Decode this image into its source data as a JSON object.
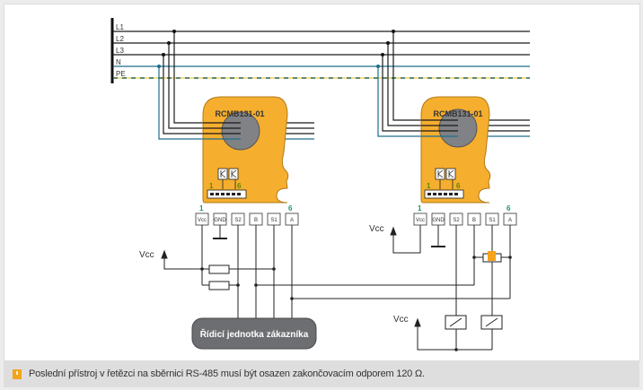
{
  "bus": {
    "labels": [
      "L1",
      "L2",
      "L3",
      "N",
      "PE"
    ],
    "colors": {
      "phase": "#1a1a1a",
      "neutral": "#1f6e8c",
      "pe_dash_a": "#e8d76a",
      "pe_dash_b": "#2e6b5e"
    }
  },
  "devices": [
    {
      "name": "RCMB131-01",
      "connector_left_label": "1",
      "connector_right_label": "6",
      "pin_first": "1",
      "pin_last": "6",
      "terminals": [
        "Vcc",
        "GND",
        "S2",
        "B",
        "S1",
        "A"
      ]
    },
    {
      "name": "RCMB131-01",
      "connector_left_label": "1",
      "connector_right_label": "6",
      "pin_first": "1",
      "pin_last": "6",
      "terminals": [
        "Vcc",
        "GND",
        "S2",
        "B",
        "S1",
        "A"
      ]
    }
  ],
  "supply": {
    "vcc_label_1": "Vcc",
    "vcc_label_2": "Vcc",
    "vcc_label_3": "Vcc"
  },
  "controller": {
    "label": "Řídicí jednotka zákazníka"
  },
  "colors": {
    "device_body": "#f5ae2e",
    "device_outline": "#7a5a1a",
    "core": "#808285",
    "pin_label": "#1a9a5a",
    "connector_label": "#5a8a00",
    "controller_fill": "#6d6e71",
    "terminator": "#f4a31c"
  },
  "caption": {
    "text": "Poslední přístroj v řetězci na sběrnici RS-485 musí být osazen zakončovacím odporem 120 Ω."
  }
}
